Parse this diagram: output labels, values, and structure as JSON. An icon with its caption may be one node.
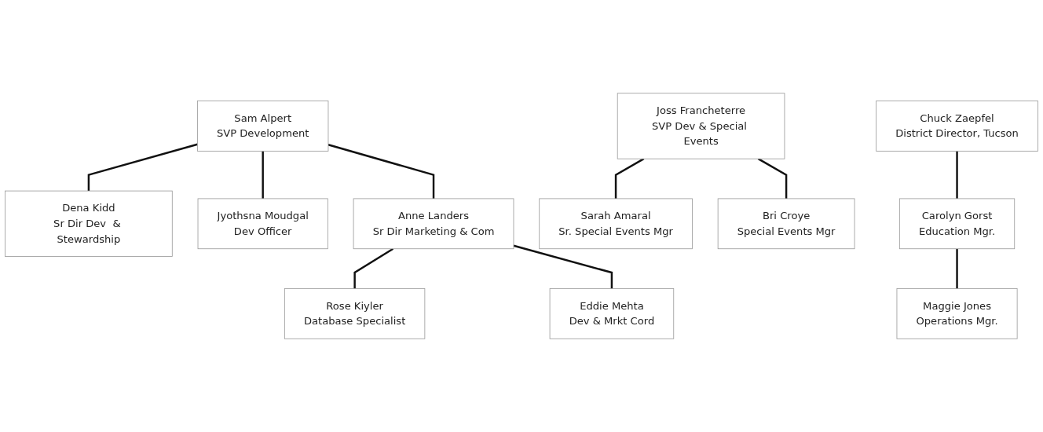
{
  "diagram": {
    "nodes": [
      {
        "text": [
          "Sam Alpert",
          "SVP Development"
        ]
      },
      {
        "text": [
          "Dena Kidd",
          "Sr Dir Dev  & Stewardship"
        ]
      },
      {
        "text": [
          "Jyothsna Moudgal",
          "Dev Officer"
        ]
      },
      {
        "text": [
          "Anne Landers",
          "Sr Dir Marketing & Com"
        ]
      },
      {
        "text": [
          "Rose Kiyler",
          "Database Specialist"
        ]
      },
      {
        "text": [
          "Eddie Mehta",
          "Dev & Mrkt Cord"
        ]
      },
      {
        "text": [
          "Joss Francheterre",
          "SVP Dev & Special Events"
        ]
      },
      {
        "text": [
          "Sarah Amaral",
          "Sr. Special Events Mgr"
        ]
      },
      {
        "text": [
          "Bri Croye",
          "Special Events Mgr"
        ]
      },
      {
        "text": [
          "Chuck Zaepfel",
          "District Director, Tucson"
        ]
      },
      {
        "text": [
          "Carolyn Gorst",
          "Education Mgr."
        ]
      },
      {
        "text": [
          "Maggie Jones",
          "Operations Mgr."
        ]
      }
    ],
    "edges": [
      {
        "from": 0,
        "to": 1,
        "arrow": "none"
      },
      {
        "from": 0,
        "to": 2,
        "arrow": "none"
      },
      {
        "from": 0,
        "to": 3,
        "arrow": "none"
      },
      {
        "from": 3,
        "to": 4,
        "arrow": "none"
      },
      {
        "from": 3,
        "to": 5,
        "arrow": "none"
      },
      {
        "from": 6,
        "to": 7,
        "arrow": "none"
      },
      {
        "from": 6,
        "to": 8,
        "arrow": "none"
      },
      {
        "from": 9,
        "to": 10,
        "arrow": "none"
      },
      {
        "from": 10,
        "to": 11,
        "arrow": "none"
      }
    ]
  }
}
